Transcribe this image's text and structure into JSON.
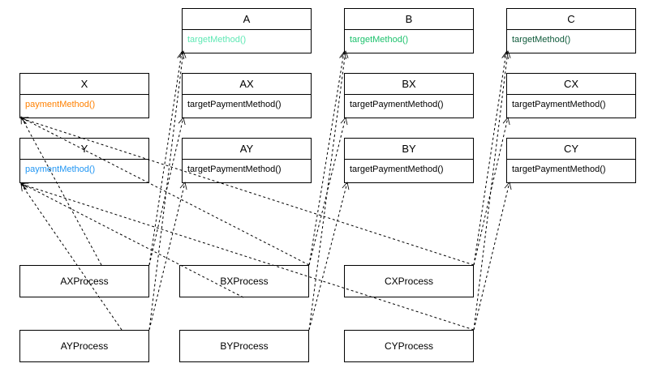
{
  "classes": [
    {
      "id": "A",
      "name": "A",
      "method": "targetMethod()",
      "method_color": "#5ee8b4"
    },
    {
      "id": "B",
      "name": "B",
      "method": "targetMethod()",
      "method_color": "#1dc26d"
    },
    {
      "id": "C",
      "name": "C",
      "method": "targetMethod()",
      "method_color": "#0e5a3a"
    },
    {
      "id": "X",
      "name": "X",
      "method": "paymentMethod()",
      "method_color": "#ff8000"
    },
    {
      "id": "AX",
      "name": "AX",
      "method": "targetPaymentMethod()",
      "method_color": "#000000"
    },
    {
      "id": "BX",
      "name": "BX",
      "method": "targetPaymentMethod()",
      "method_color": "#000000"
    },
    {
      "id": "CX",
      "name": "CX",
      "method": "targetPaymentMethod()",
      "method_color": "#000000"
    },
    {
      "id": "Y",
      "name": "Y",
      "method": "paymentMethod()",
      "method_color": "#2196f3"
    },
    {
      "id": "AY",
      "name": "AY",
      "method": "targetPaymentMethod()",
      "method_color": "#000000"
    },
    {
      "id": "BY",
      "name": "BY",
      "method": "targetPaymentMethod()",
      "method_color": "#000000"
    },
    {
      "id": "CY",
      "name": "CY",
      "method": "targetPaymentMethod()",
      "method_color": "#000000"
    }
  ],
  "processes": [
    {
      "id": "AXProcess",
      "label": "AXProcess"
    },
    {
      "id": "BXProcess",
      "label": "BXProcess"
    },
    {
      "id": "CXProcess",
      "label": "CXProcess"
    },
    {
      "id": "AYProcess",
      "label": "AYProcess"
    },
    {
      "id": "BYProcess",
      "label": "BYProcess"
    },
    {
      "id": "CYProcess",
      "label": "CYProcess"
    }
  ],
  "edge_style": {
    "line": "dashed",
    "arrowhead": "open",
    "color": "#000000"
  }
}
